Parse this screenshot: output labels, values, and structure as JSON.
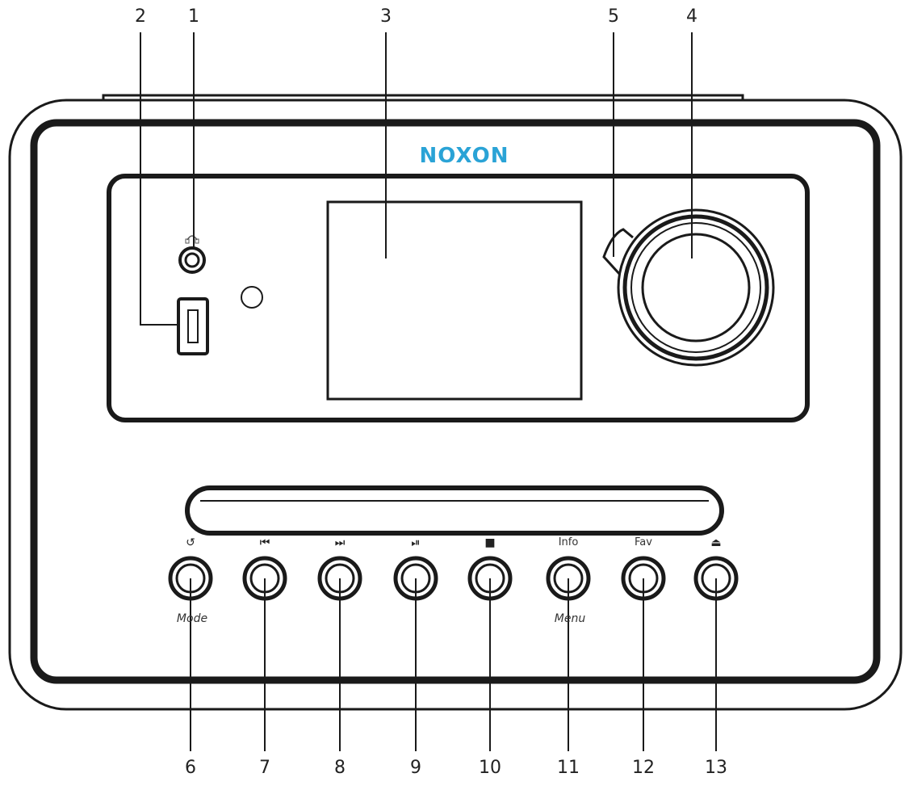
{
  "brand": {
    "logo_text": "NOXON",
    "logo_color": "#2aa3d6"
  },
  "colors": {
    "line": "#1a1a1a",
    "background": "#ffffff"
  },
  "callouts_top": [
    {
      "id": "1",
      "label": "1"
    },
    {
      "id": "2",
      "label": "2"
    },
    {
      "id": "3",
      "label": "3"
    },
    {
      "id": "5",
      "label": "5"
    },
    {
      "id": "4",
      "label": "4"
    }
  ],
  "callouts_bottom": [
    {
      "id": "6",
      "label": "6"
    },
    {
      "id": "7",
      "label": "7"
    },
    {
      "id": "8",
      "label": "8"
    },
    {
      "id": "9",
      "label": "9"
    },
    {
      "id": "10",
      "label": "10"
    },
    {
      "id": "11",
      "label": "11"
    },
    {
      "id": "12",
      "label": "12"
    },
    {
      "id": "13",
      "label": "13"
    }
  ],
  "buttons": [
    {
      "name": "mode",
      "icon": "power-icon",
      "top_text": "",
      "sub_text": "Mode"
    },
    {
      "name": "previous",
      "icon": "skip-back-icon",
      "top_text": "",
      "sub_text": ""
    },
    {
      "name": "next",
      "icon": "skip-forward-icon",
      "top_text": "",
      "sub_text": ""
    },
    {
      "name": "play-pause",
      "icon": "play-pause-icon",
      "top_text": "",
      "sub_text": ""
    },
    {
      "name": "stop",
      "icon": "stop-icon",
      "top_text": "",
      "sub_text": ""
    },
    {
      "name": "info-menu",
      "icon": "",
      "top_text": "Info",
      "sub_text": "Menu"
    },
    {
      "name": "fav",
      "icon": "",
      "top_text": "Fav",
      "sub_text": ""
    },
    {
      "name": "eject",
      "icon": "eject-icon",
      "top_text": "",
      "sub_text": ""
    }
  ]
}
